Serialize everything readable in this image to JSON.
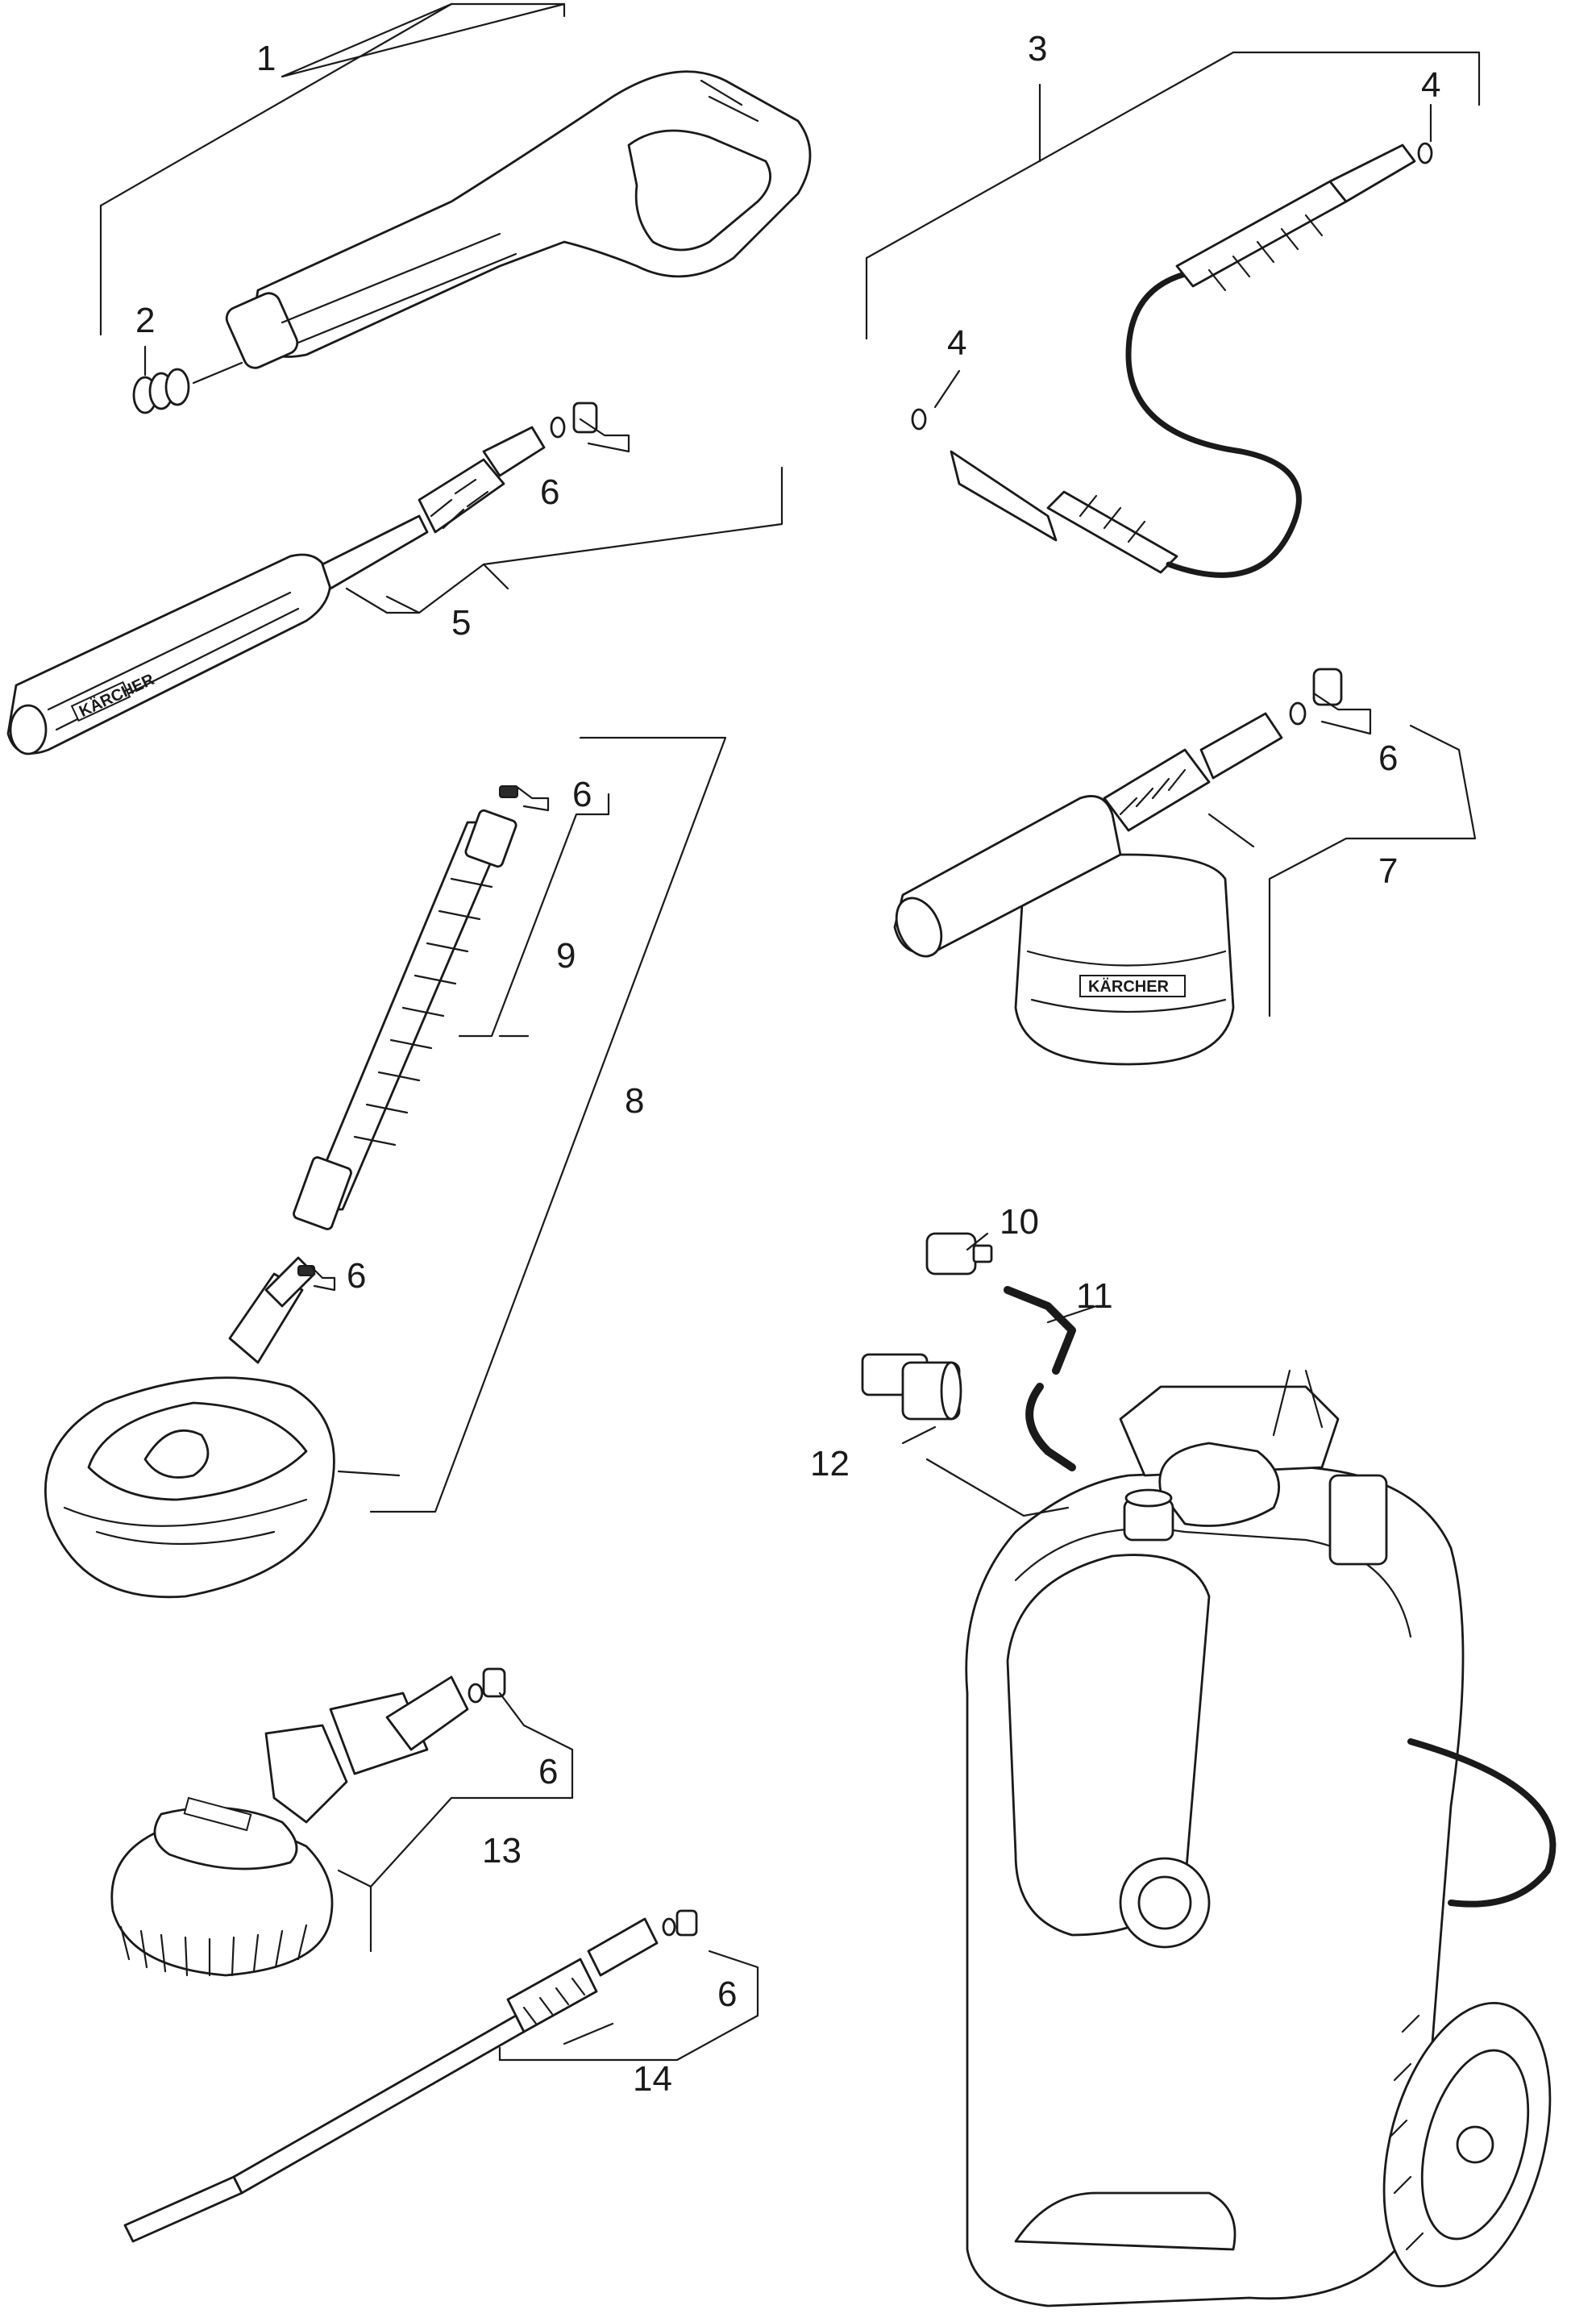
{
  "callouts": {
    "c1": "1",
    "c2": "2",
    "c3": "3",
    "c4a": "4",
    "c4b": "4",
    "c5": "5",
    "c6a": "6",
    "c6b": "6",
    "c6c": "6",
    "c6d": "6",
    "c6e": "6",
    "c6f": "6",
    "c7": "7",
    "c8": "8",
    "c9": "9",
    "c10": "10",
    "c11": "11",
    "c12": "12",
    "c13": "13",
    "c14": "14"
  },
  "brand": {
    "text": "KÄRCHER",
    "color": "#1a1a1a"
  },
  "colors": {
    "line": "#1a1a1a",
    "background": "#ffffff"
  }
}
